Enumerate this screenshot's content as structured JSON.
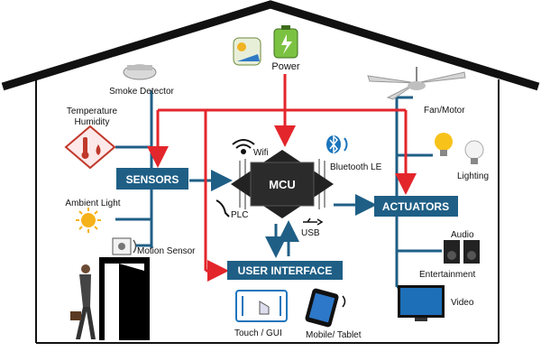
{
  "colors": {
    "house": "#111111",
    "power_line": "#e3262b",
    "signal_line": "#1f5f86",
    "box_fill": "#1f5f86",
    "chip": "#222222"
  },
  "labels": {
    "power": "Power",
    "smoke_detector": "Smoke Detector",
    "temperature": "Temperature",
    "humidity": "Humidity",
    "ambient_light": "Ambient Light",
    "motion_sensor": "Motion Sensor",
    "wifi": "Wifi",
    "bluetooth": "Bluetooth LE",
    "plc": "PLC",
    "usb": "USB",
    "fan_motor": "Fan/Motor",
    "lighting": "Lighting",
    "audio": "Audio",
    "entertainment": "Entertainment",
    "video": "Video",
    "touch_gui": "Touch  / GUI",
    "mobile_tablet": "Mobile/ Tablet"
  },
  "boxes": {
    "sensors": "SENSORS",
    "mcu": "MCU",
    "actuators": "ACTUATORS",
    "user_interface": "USER INTERFACE"
  },
  "icons": [
    "solar-panel-icon",
    "battery-icon",
    "smoke-detector-icon",
    "thermometer-icon",
    "water-drop-icon",
    "sun-icon",
    "motion-sensor-icon",
    "person-icon",
    "door-icon",
    "wifi-icon",
    "bluetooth-icon",
    "plug-icon",
    "usb-icon",
    "ceiling-fan-icon",
    "bulb-icon",
    "speaker-icon",
    "tv-icon",
    "touch-panel-icon",
    "tablet-icon"
  ]
}
